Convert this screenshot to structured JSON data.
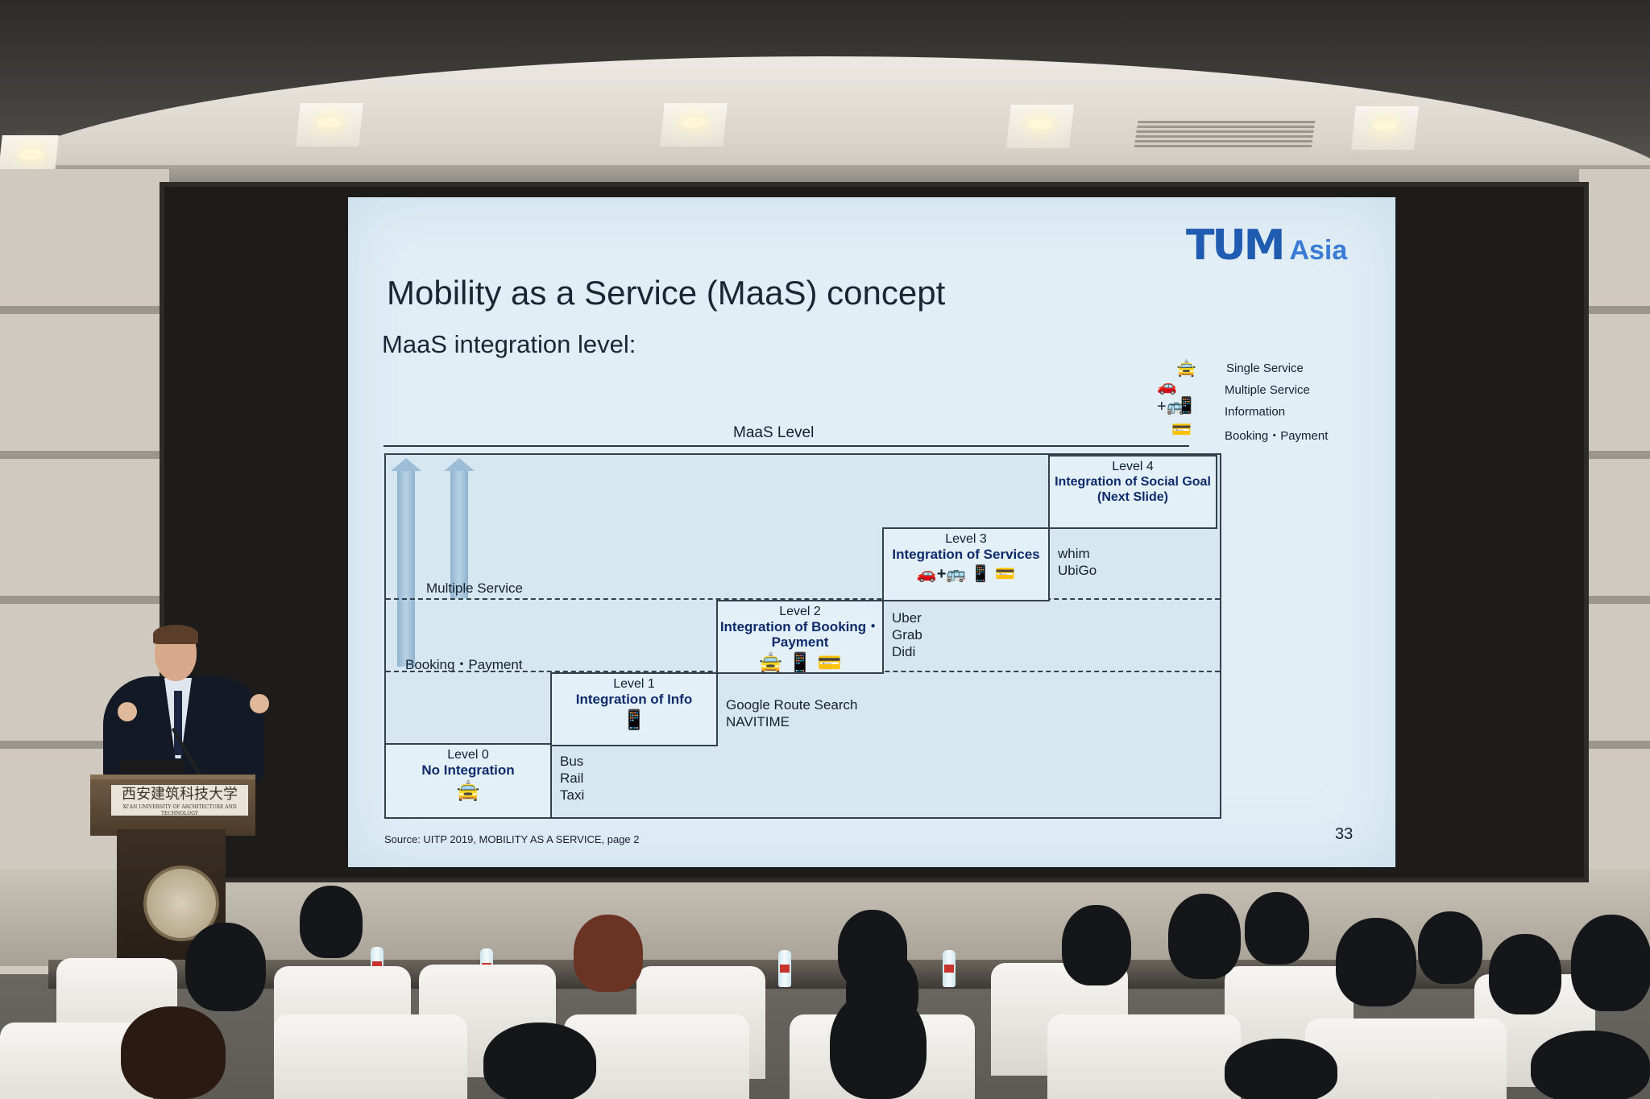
{
  "slide": {
    "title": "Mobility as a Service (MaaS) concept",
    "subtitle": "MaaS integration level:",
    "logo": {
      "main": "TUM",
      "suffix": "Asia",
      "color": "#1f5bb0"
    },
    "legend": [
      {
        "icon": "taxi-icon",
        "label": "Single Service"
      },
      {
        "icon": "multi-vehicle-icon",
        "label": "Multiple Service"
      },
      {
        "icon": "phone-info-icon",
        "label": "Information"
      },
      {
        "icon": "card-payment-icon",
        "label": "Booking・Payment"
      }
    ],
    "axis_label": "MaaS Level",
    "axis_rows": {
      "multiple": "Multiple Service",
      "booking": "Booking・Payment"
    },
    "levels": [
      {
        "level": "Level 0",
        "name": "No Integration",
        "icons": "🚖",
        "examples": [
          "Bus",
          "Rail",
          "Taxi"
        ]
      },
      {
        "level": "Level 1",
        "name": "Integration of Info",
        "icons": "📱",
        "examples": [
          "Google Route Search",
          "NAVITIME"
        ]
      },
      {
        "level": "Level 2",
        "name": "Integration of Booking・Payment",
        "icons": "🚖  📱  💳",
        "examples": [
          "Uber",
          "Grab",
          "Didi"
        ]
      },
      {
        "level": "Level 3",
        "name": "Integration of Services",
        "icons": "🚗+🚌 📱 💳",
        "examples": [
          "whim",
          "UbiGo"
        ]
      },
      {
        "level": "Level 4",
        "name": "Integration of Social  Goal (Next Slide)",
        "icons": "",
        "examples": []
      }
    ],
    "source": "Source: UITP 2019, MOBILITY AS A SERVICE, page 2",
    "page_number": "33"
  },
  "podium_sign": {
    "main": "西安建筑科技大学",
    "sub": "XI'AN UNIVERSITY OF ARCHITECTURE AND TECHNOLOGY"
  }
}
